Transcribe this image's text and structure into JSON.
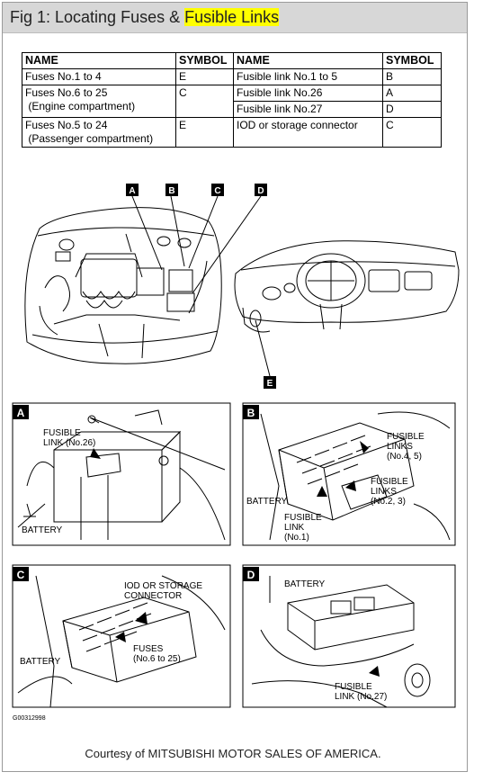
{
  "title": {
    "prefix": "Fig 1: Locating Fuses & ",
    "highlight": "Fusible Links"
  },
  "table": {
    "headers": [
      "NAME",
      "SYMBOL",
      "NAME",
      "SYMBOL"
    ],
    "left": [
      {
        "name": "Fuses No.1 to 4",
        "symbol": "E"
      },
      {
        "name": "Fuses No.6 to 25",
        "name2": "(Engine compartment)",
        "symbol": "C"
      },
      {
        "name": "Fuses No.5 to 24",
        "name2": "(Passenger compartment)",
        "symbol": "E"
      }
    ],
    "right": [
      {
        "name": "Fusible link No.1 to 5",
        "symbol": "B"
      },
      {
        "name": "Fusible link No.26",
        "symbol": "A"
      },
      {
        "name": "Fusible link No.27",
        "symbol": "D"
      },
      {
        "name": "IOD or storage connector",
        "symbol": "C"
      }
    ]
  },
  "overview_labels": [
    "A",
    "B",
    "C",
    "D",
    "E"
  ],
  "panels": {
    "a": {
      "letter": "A",
      "labels": [
        "FUSIBLE",
        "LINK (No.26)",
        "BATTERY"
      ]
    },
    "b": {
      "letter": "B",
      "labels": [
        "FUSIBLE",
        "LINKS",
        "(No.4, 5)",
        "FUSIBLE",
        "LINKS",
        "(No.2, 3)",
        "BATTERY",
        "FUSIBLE",
        "LINK",
        "(No.1)"
      ]
    },
    "c": {
      "letter": "C",
      "labels": [
        "IOD OR STORAGE",
        "CONNECTOR",
        "FUSES",
        "(No.6 to 25)",
        "BATTERY"
      ]
    },
    "d": {
      "letter": "D",
      "labels": [
        "BATTERY",
        "FUSIBLE",
        "LINK (No.27)"
      ]
    }
  },
  "figure_code": "G00312998",
  "courtesy": "Courtesy of MITSUBISHI MOTOR SALES OF AMERICA."
}
